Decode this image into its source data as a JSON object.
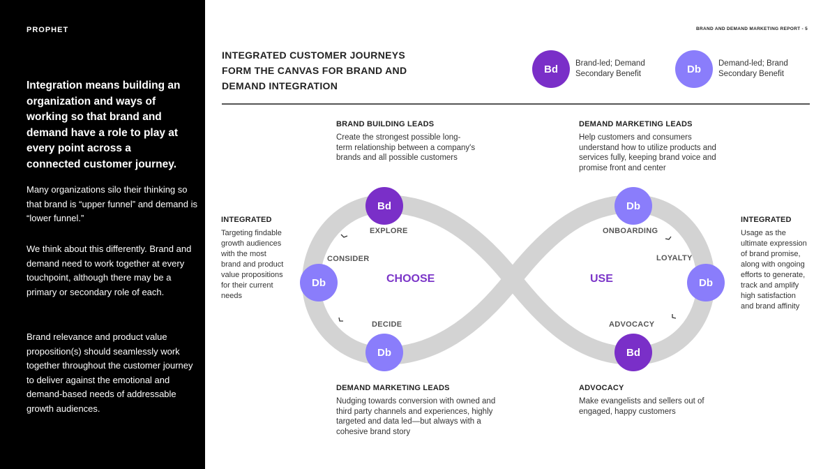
{
  "sidebar": {
    "logo": "PROPHET",
    "lead": "Integration means building an organization and ways of working so that brand and demand have a role to play at every point across a connected customer journey.",
    "paragraphs": [
      "Many organizations silo their thinking so that brand is “upper funnel” and demand is “lower funnel.”",
      "We think about this differently. Brand and demand need to work together at every touchpoint, although there may be a primary or secondary role of each.",
      "Brand relevance and product value proposition(s) should seamlessly work together throughout the customer journey to deliver against the emotional and demand-based needs of addressable growth audiences."
    ]
  },
  "header": {
    "report": "BRAND AND DEMAND MARKETING REPORT -  5",
    "title": "INTEGRATED CUSTOMER JOURNEYS FORM THE CANVAS FOR BRAND AND DEMAND INTEGRATION"
  },
  "legend": [
    {
      "badge": "Bd",
      "text": "Brand-led; Demand Secondary Benefit"
    },
    {
      "badge": "Db",
      "text": "Demand-led; Brand Secondary Benefit"
    }
  ],
  "colors": {
    "bd": "#7a2fc8",
    "db": "#8a7dfb",
    "loop": "#d3d3d3",
    "accent": "#7b35c8"
  },
  "blocks": {
    "tl": {
      "heading": "BRAND BUILDING LEADS",
      "text": "Create the strongest possible long-term relationship between a company's brands and all possible customers"
    },
    "tr": {
      "heading": "DEMAND MARKETING LEADS",
      "text": "Help customers and consumers understand how to utilize products and services fully, keeping brand voice and promise front and center"
    },
    "bl": {
      "heading": "DEMAND MARKETING LEADS",
      "text": "Nudging towards conversion with owned and third party channels and experiences, highly targeted and data led—but always with a cohesive brand story"
    },
    "br": {
      "heading": "ADVOCACY",
      "text": "Make evangelists and sellers out of engaged, happy customers"
    },
    "l": {
      "heading": "INTEGRATED",
      "text": "Targeting findable growth audiences with the most brand and product value propositions for their current needs"
    },
    "r": {
      "heading": "INTEGRATED",
      "text": "Usage as the ultimate expression of brand promise, along with ongoing efforts to generate, track and amplify high satisfaction and brand affinity"
    }
  },
  "stages": {
    "explore": "EXPLORE",
    "consider": "CONSIDER",
    "decide": "DECIDE",
    "onboarding": "ONBOARDING",
    "loyalty": "LOYALTY",
    "advocacy": "ADVOCACY",
    "choose": "CHOOSE",
    "use": "USE"
  },
  "nodes": {
    "explore": "Bd",
    "consider": "Db",
    "decide": "Db",
    "onboarding": "Db",
    "loyalty": "Db",
    "advocacy": "Bd"
  }
}
